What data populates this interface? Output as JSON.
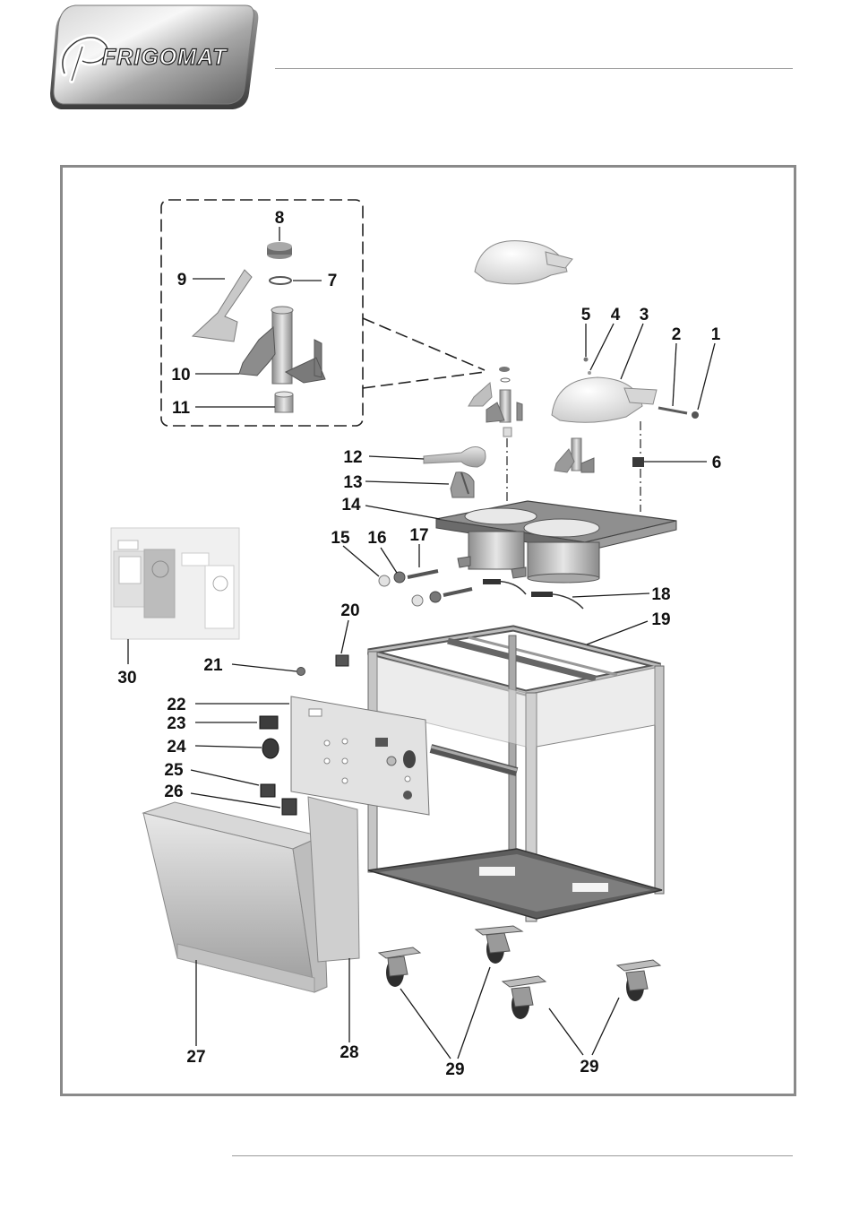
{
  "brand": {
    "name": "FRIGOMAT",
    "colors": {
      "badge_light": "#f2f2f2",
      "badge_dark": "#6e6e6e",
      "frame": "#8a8a8a"
    }
  },
  "diagram": {
    "type": "exploded-parts-view",
    "callouts": [
      "1",
      "2",
      "3",
      "4",
      "5",
      "6",
      "7",
      "8",
      "9",
      "10",
      "11",
      "12",
      "13",
      "14",
      "15",
      "16",
      "17",
      "18",
      "19",
      "20",
      "21",
      "22",
      "23",
      "24",
      "25",
      "26",
      "27",
      "28",
      "29",
      "30"
    ]
  }
}
